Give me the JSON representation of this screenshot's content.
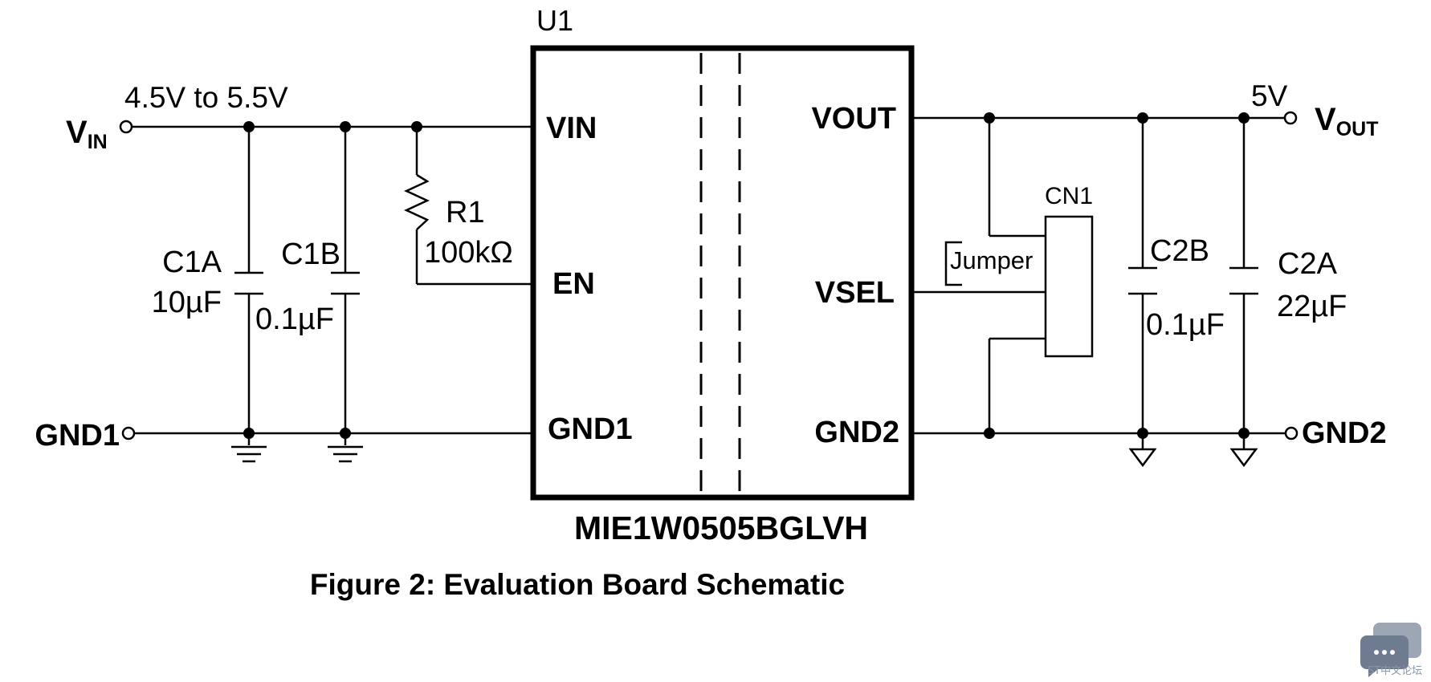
{
  "schematic": {
    "designator": "U1",
    "part_number": "MIE1W0505BGLVH",
    "caption": "Figure 2: Evaluation Board Schematic",
    "input": {
      "net_main": "V",
      "net_sub": "IN",
      "voltage_range": "4.5V to 5.5V",
      "ground": "GND1"
    },
    "output": {
      "net_main": "V",
      "net_sub": "OUT",
      "voltage": "5V",
      "ground": "GND2"
    },
    "pins_left": {
      "vin": "VIN",
      "en": "EN",
      "gnd1": "GND1"
    },
    "pins_right": {
      "vout": "VOUT",
      "vsel": "VSEL",
      "gnd2": "GND2"
    },
    "components": {
      "c1a": {
        "ref": "C1A",
        "value": "10µF"
      },
      "c1b": {
        "ref": "C1B",
        "value": "0.1µF"
      },
      "r1": {
        "ref": "R1",
        "value": "100kΩ"
      },
      "cn1": {
        "ref": "CN1",
        "note": "Jumper"
      },
      "c2b": {
        "ref": "C2B",
        "value": "0.1µF"
      },
      "c2a": {
        "ref": "C2A",
        "value": "22µF"
      }
    },
    "watermark": "ST中文论坛"
  }
}
